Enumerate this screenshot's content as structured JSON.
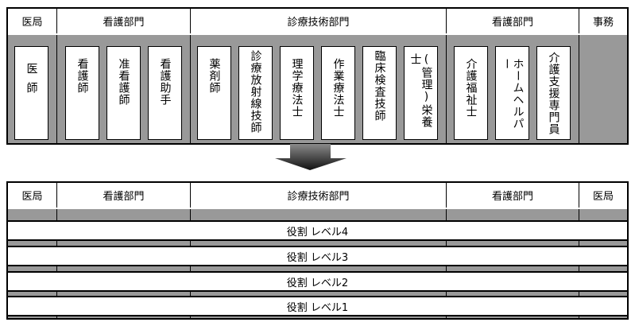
{
  "top_table": {
    "headers": [
      "医局",
      "看護部門",
      "診療技術部門",
      "看護部門",
      "事務"
    ],
    "cards": [
      {
        "label": "医師",
        "group": 0
      },
      {
        "label": "看護師",
        "group": 1
      },
      {
        "label": "准看護師",
        "group": 1
      },
      {
        "label": "看護助手",
        "group": 1
      },
      {
        "label": "薬剤師",
        "group": 2
      },
      {
        "label": "診療放射線技師",
        "group": 2
      },
      {
        "label": "理学療法士",
        "group": 2
      },
      {
        "label": "作業療法士",
        "group": 2
      },
      {
        "label": "臨床検査技師",
        "group": 2
      },
      {
        "label": "(管理)栄養士",
        "group": 2
      },
      {
        "label": "介護福祉士",
        "group": 3
      },
      {
        "label": "ホームヘルパー",
        "group": 3
      },
      {
        "label": "介護支援専門員",
        "group": 3
      }
    ]
  },
  "arrow": {
    "icon": "down-arrow-icon"
  },
  "bottom_table": {
    "headers": [
      "医局",
      "看護部門",
      "診療技術部門",
      "看護部門",
      "医局"
    ],
    "levels": [
      "役割 レベル4",
      "役割 レベル3",
      "役割 レベル2",
      "役割 レベル1"
    ]
  },
  "colors": {
    "band_gray": "#999999",
    "border": "#000000",
    "background": "#ffffff"
  }
}
